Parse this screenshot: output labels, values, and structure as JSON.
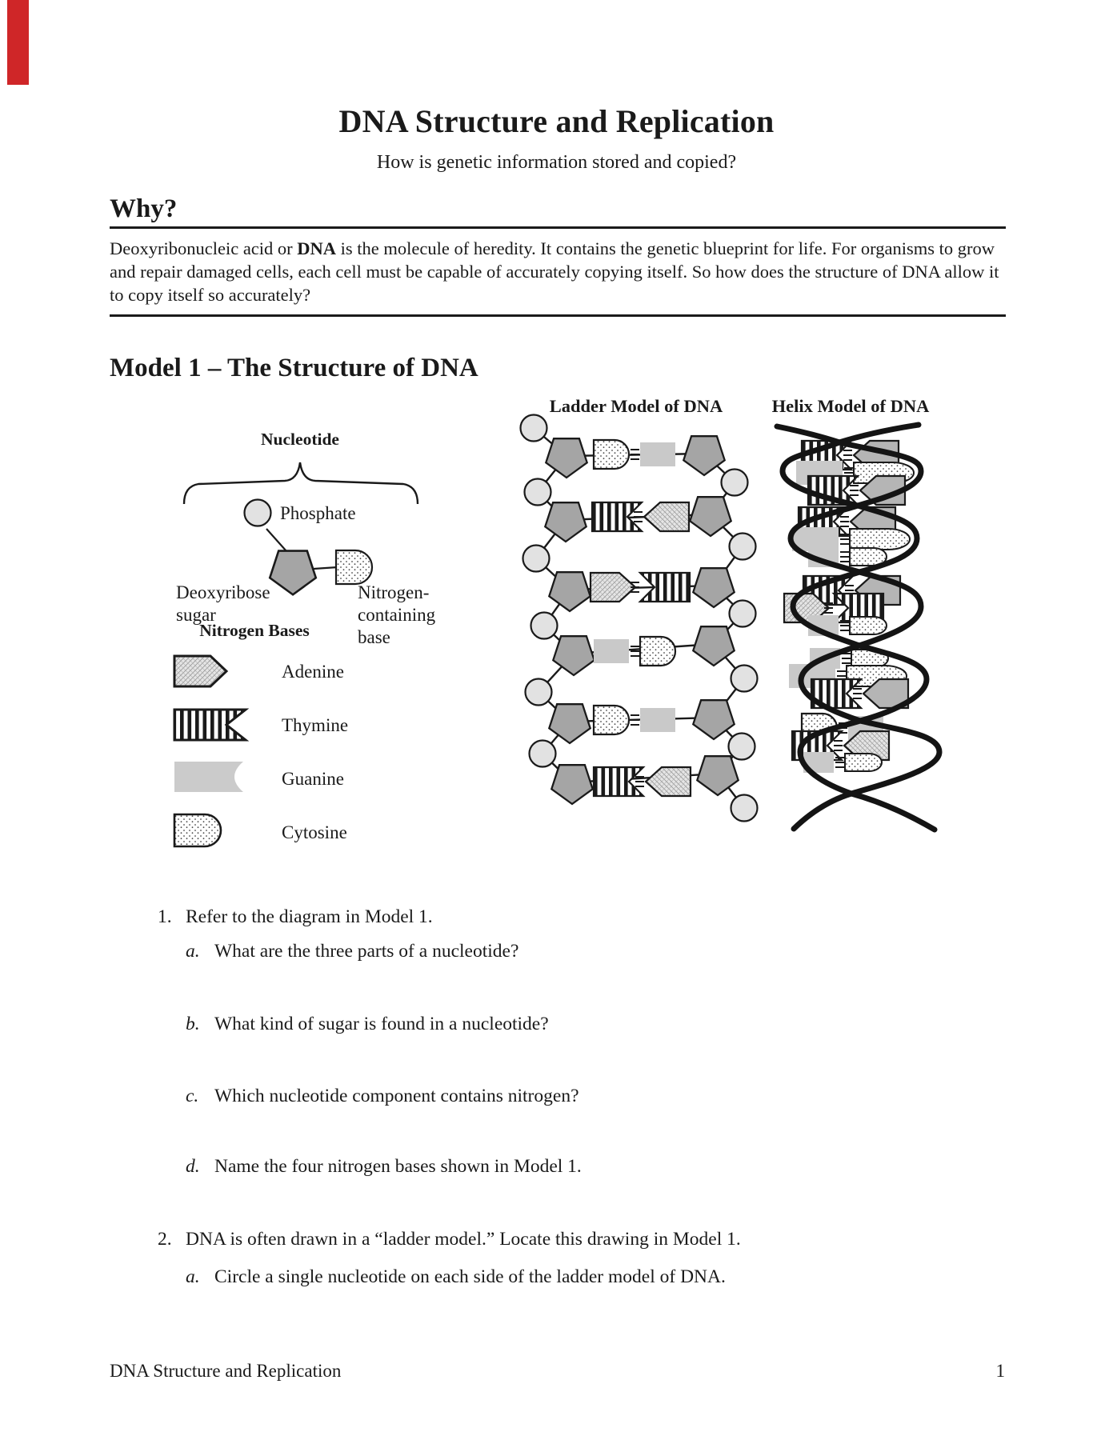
{
  "page": {
    "background": "#ffffff",
    "ink": "#1a1a1a",
    "accent_red": "#cf2628"
  },
  "header": {
    "title": "DNA Structure and Replication",
    "subtitle": "How is genetic information stored and copied?"
  },
  "why": {
    "heading": "Why?",
    "body_prefix": "Deoxyribonucleic acid or ",
    "body_bold": "DNA",
    "body_suffix": " is the molecule of heredity. It contains the genetic blueprint for life. For organisms to grow and repair damaged cells, each cell must be capable of accurately copying itself. So how does the structure of DNA allow it to copy itself so accurately?"
  },
  "model1": {
    "heading": "Model 1 – The Structure of DNA",
    "ladder_title": "Ladder Model of DNA",
    "helix_title": "Helix Model of DNA",
    "nucleotide": {
      "label": "Nucleotide",
      "phosphate": "Phosphate",
      "sugar_line1": "Deoxyribose",
      "sugar_line2": "sugar",
      "base_line1": "Nitrogen-",
      "base_line2": "containing",
      "base_line3": "base"
    },
    "legend": {
      "heading": "Nitrogen Bases",
      "items": [
        {
          "name": "Adenine",
          "swatch": "adenine-arrow-hatched"
        },
        {
          "name": "Thymine",
          "swatch": "thymine-striped-notched"
        },
        {
          "name": "Guanine",
          "swatch": "guanine-gray-concave"
        },
        {
          "name": "Cytosine",
          "swatch": "cytosine-dotted-rounded"
        }
      ]
    },
    "ladder_pairs_top_to_bottom": [
      "C–G",
      "T–A",
      "A–T",
      "G–C",
      "C–G",
      "T–A"
    ]
  },
  "questions": [
    {
      "num": "1.",
      "text": "Refer to the diagram in Model 1."
    },
    {
      "num": "a.",
      "text": "What are the three parts of a nucleotide?"
    },
    {
      "num": "b.",
      "text": "What kind of sugar is found in a nucleotide?"
    },
    {
      "num": "c.",
      "text": "Which nucleotide component contains nitrogen?"
    },
    {
      "num": "d.",
      "text": "Name the four nitrogen bases shown in Model 1."
    },
    {
      "num": "2.",
      "text": "DNA is often drawn in a “ladder model.” Locate this drawing in Model 1."
    },
    {
      "num": "a.",
      "text": "Circle a single nucleotide on each side of the ladder model of DNA."
    }
  ],
  "footer": {
    "left": "DNA Structure and Replication",
    "page": "1"
  }
}
